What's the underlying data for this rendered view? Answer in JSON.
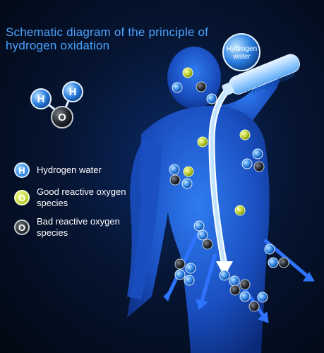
{
  "title": "Schematic diagram of the principle of hydrogen oxidation",
  "bottle": {
    "bubble_label": "Hydrogen water",
    "bottle_label": "Hydrogen Water"
  },
  "molecule": {
    "atom1": "H",
    "atom2": "H",
    "center": "O"
  },
  "legend": [
    {
      "icon_letter": "H",
      "label": "Hydrogen water",
      "type": "hydrogen"
    },
    {
      "icon_letter": "O",
      "label": "Good reactive oxygen species",
      "type": "good"
    },
    {
      "icon_letter": "O",
      "label": "Bad reactive oxygen species",
      "type": "bad"
    }
  ],
  "colors": {
    "title": "#4aa3ff",
    "body": "#1d5fd6",
    "hydrogen": "#2a7fe0",
    "good": "#b7cb2a",
    "bad": "#22282e",
    "arrow": "#2e74ff"
  }
}
